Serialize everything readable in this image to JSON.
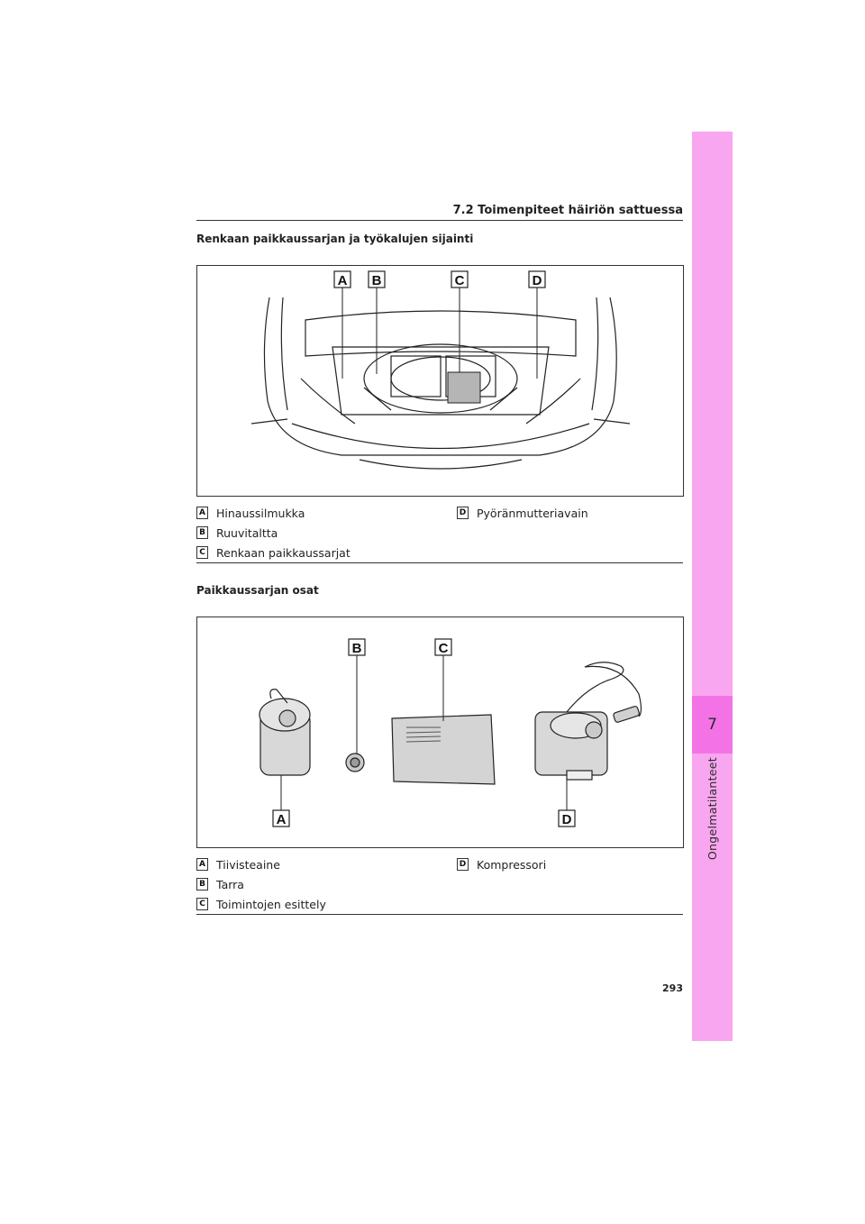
{
  "header": {
    "section": "7.2 Toimenpiteet häiriön sattuessa"
  },
  "sidebar": {
    "chapter_number": "7",
    "chapter_title": "Ongelmatilanteet"
  },
  "section1": {
    "title": "Renkaan paikkaussarjan ja työkalujen sijainti",
    "figure_labels": [
      "A",
      "B",
      "C",
      "D"
    ],
    "legend": [
      {
        "key": "A",
        "text": "Hinaussilmukka"
      },
      {
        "key": "B",
        "text": "Ruuvitaltta"
      },
      {
        "key": "C",
        "text": "Renkaan paikkaussarjat"
      },
      {
        "key": "D",
        "text": "Pyöränmutteriavain"
      }
    ]
  },
  "section2": {
    "title": "Paikkaussarjan osat",
    "figure_labels": [
      "B",
      "C",
      "A",
      "D"
    ],
    "legend": [
      {
        "key": "A",
        "text": "Tiivisteaine"
      },
      {
        "key": "B",
        "text": "Tarra"
      },
      {
        "key": "C",
        "text": "Toimintojen esittely"
      },
      {
        "key": "D",
        "text": "Kompressori"
      }
    ]
  },
  "footer": {
    "page_number": "293"
  },
  "colors": {
    "tab": "#f9a6f0",
    "tab_active": "#f373e6"
  }
}
